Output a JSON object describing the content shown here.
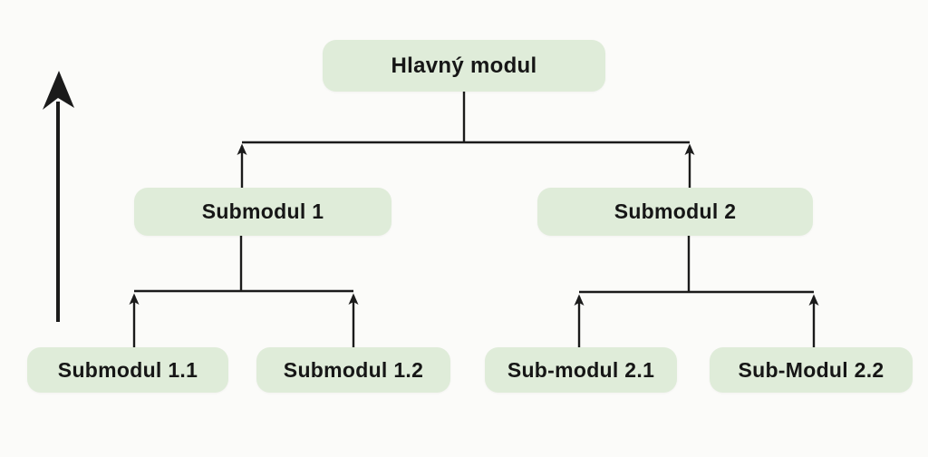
{
  "colors": {
    "background": "#fbfbf9",
    "node_fill": "#dfecd9",
    "node_text": "#161616",
    "line": "#1b1b1b"
  },
  "diagram": {
    "type": "hierarchy-tree",
    "nodes": {
      "root": {
        "label": "Hlavný modul"
      },
      "sub1": {
        "label": "Submodul 1"
      },
      "sub2": {
        "label": "Submodul 2"
      },
      "sub1_1": {
        "label": "Submodul 1.1"
      },
      "sub1_2": {
        "label": "Submodul 1.2"
      },
      "sub2_1": {
        "label": "Sub-modul 2.1"
      },
      "sub2_2": {
        "label": "Sub-Modul 2.2"
      }
    },
    "edges": [
      {
        "from": "sub1",
        "to": "root",
        "arrow": "up"
      },
      {
        "from": "sub2",
        "to": "root",
        "arrow": "up"
      },
      {
        "from": "sub1_1",
        "to": "sub1",
        "arrow": "up"
      },
      {
        "from": "sub1_2",
        "to": "sub1",
        "arrow": "up"
      },
      {
        "from": "sub2_1",
        "to": "sub2",
        "arrow": "up"
      },
      {
        "from": "sub2_2",
        "to": "sub2",
        "arrow": "up"
      }
    ],
    "side_arrow": {
      "icon": "arrow-up-icon",
      "direction": "up"
    }
  }
}
